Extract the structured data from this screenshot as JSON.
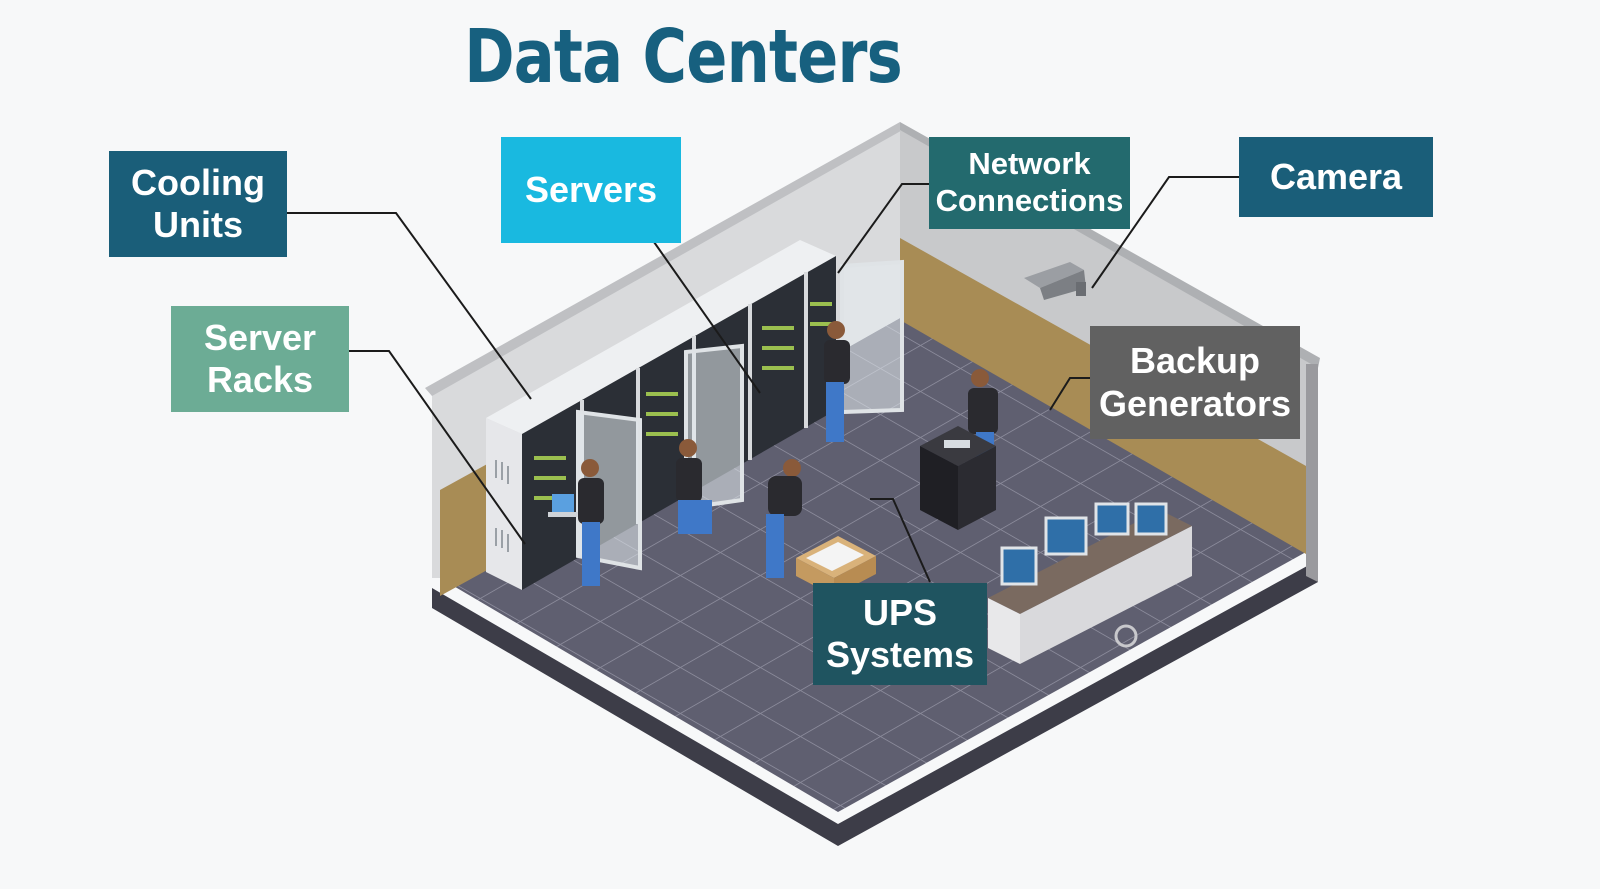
{
  "title": "Data Centers",
  "colors": {
    "title": "#17607f",
    "background": "#f7f8f9",
    "floor": "#5f5f70",
    "wall_panel": "#a88c55",
    "wall": "#cfd0d2"
  },
  "labels": {
    "cooling_units": {
      "lines": [
        "Cooling",
        "Units"
      ],
      "color": "#1a5e79"
    },
    "server_racks": {
      "lines": [
        "Server",
        "Racks"
      ],
      "color": "#6cac95"
    },
    "servers": {
      "lines": [
        "Servers"
      ],
      "color": "#19b9e0"
    },
    "network": {
      "lines": [
        "Network",
        "Connections"
      ],
      "color": "#236a6e"
    },
    "camera": {
      "lines": [
        "Camera"
      ],
      "color": "#1a5e79"
    },
    "backup": {
      "lines": [
        "Backup",
        "Generators"
      ],
      "color": "#616161"
    },
    "ups": {
      "lines": [
        "UPS",
        "Systems"
      ],
      "color": "#1f5460"
    }
  }
}
